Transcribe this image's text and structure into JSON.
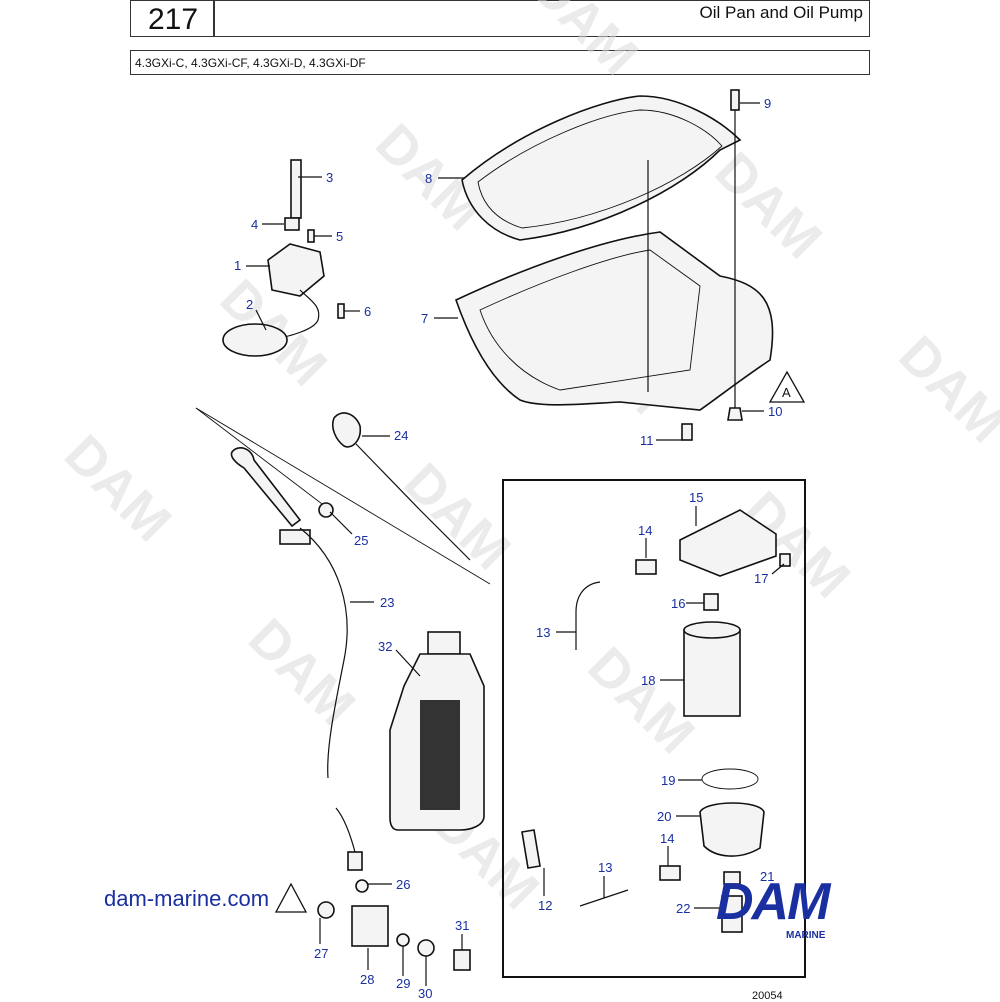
{
  "header": {
    "page_number": "217",
    "title": "Oil Pan and Oil Pump",
    "models": "4.3GXi-C, 4.3GXi-CF, 4.3GXi-D, 4.3GXi-DF"
  },
  "watermark_text": "DAM",
  "callouts": [
    "1",
    "2",
    "3",
    "4",
    "5",
    "6",
    "7",
    "8",
    "9",
    "10",
    "11",
    "12",
    "13",
    "13",
    "14",
    "14",
    "15",
    "16",
    "17",
    "18",
    "19",
    "20",
    "21",
    "22",
    "23",
    "24",
    "25",
    "26",
    "27",
    "28",
    "29",
    "30",
    "31",
    "32"
  ],
  "reference_marks": [
    "A"
  ],
  "footer": {
    "site_url": "dam-marine.com",
    "brand": "DAM",
    "brand_sub": "MARINE",
    "drawing_number": "20054"
  },
  "colors": {
    "callout": "#1a2fa0",
    "line": "#111111",
    "watermark": "#dcdcdc"
  }
}
